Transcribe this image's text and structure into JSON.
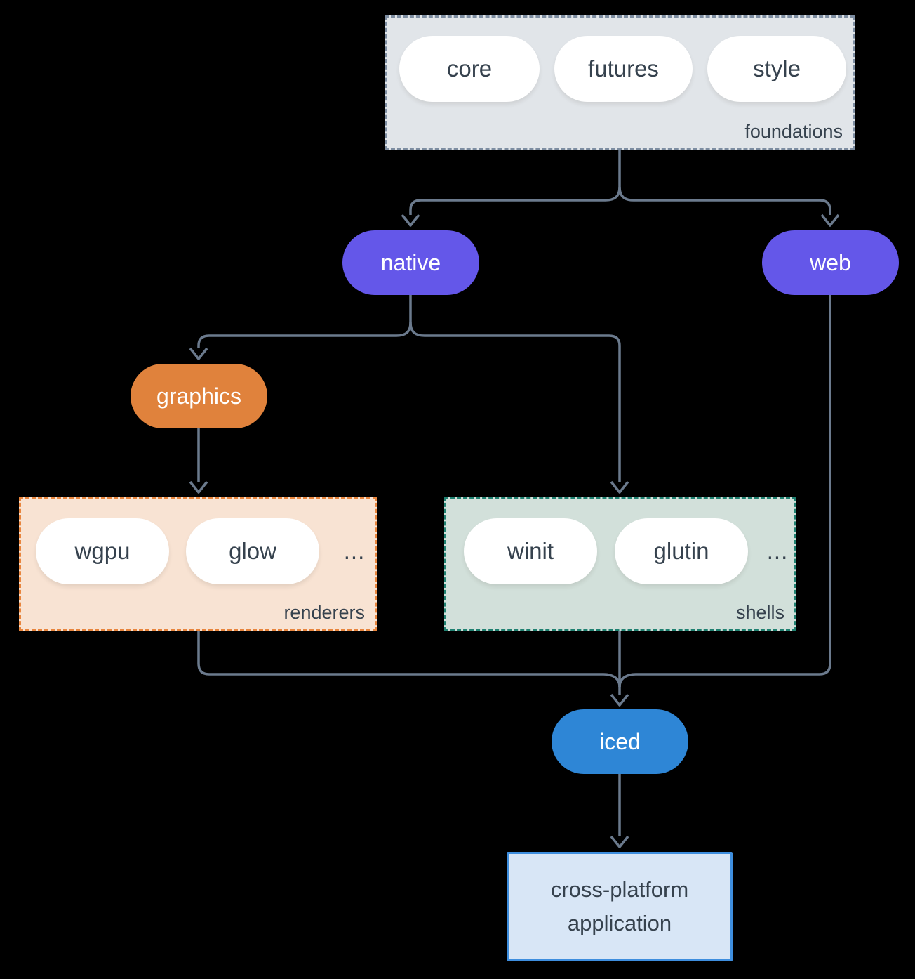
{
  "diagram": {
    "background_color": "#000000",
    "edge_color": "#6b7a8d",
    "item_text_color": "#36424e",
    "groups": {
      "foundations": {
        "label": "foundations",
        "bg_color": "#e1e5e9",
        "border_color": "#7d8da1",
        "items": [
          "core",
          "futures",
          "style"
        ]
      },
      "renderers": {
        "label": "renderers",
        "bg_color": "#f8e3d3",
        "border_color": "#e8853d",
        "items": [
          "wgpu",
          "glow"
        ],
        "ellipsis": "..."
      },
      "shells": {
        "label": "shells",
        "bg_color": "#d2e0da",
        "border_color": "#1f8171",
        "items": [
          "winit",
          "glutin"
        ],
        "ellipsis": "..."
      }
    },
    "nodes": {
      "native": {
        "label": "native",
        "bg_color": "#6457e9"
      },
      "web": {
        "label": "web",
        "bg_color": "#6457e9"
      },
      "graphics": {
        "label": "graphics",
        "bg_color": "#e0823c"
      },
      "iced": {
        "label": "iced",
        "bg_color": "#2e86d6"
      },
      "application": {
        "label": "cross-platform application",
        "bg_color": "#d8e6f6",
        "border_color": "#3e8ede"
      }
    }
  }
}
